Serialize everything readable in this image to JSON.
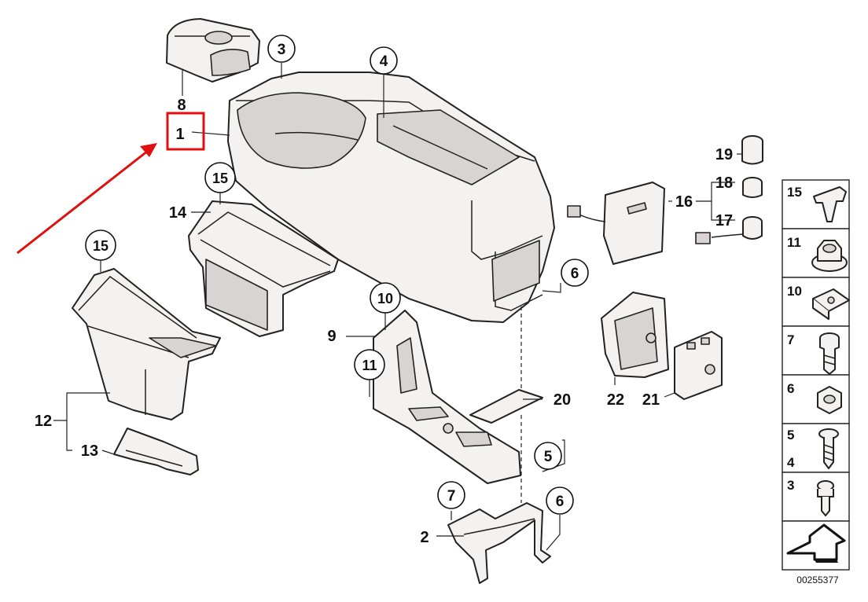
{
  "diagram": {
    "title": "",
    "part_callouts": [
      {
        "id": "c1",
        "label": "1",
        "highlighted": true
      },
      {
        "id": "c2",
        "label": "2"
      },
      {
        "id": "c3",
        "label": "3",
        "circled": true
      },
      {
        "id": "c4",
        "label": "4",
        "circled": true
      },
      {
        "id": "c5",
        "label": "5",
        "circled": true
      },
      {
        "id": "c6a",
        "label": "6",
        "circled": true
      },
      {
        "id": "c6b",
        "label": "6",
        "circled": true
      },
      {
        "id": "c7",
        "label": "7",
        "circled": true
      },
      {
        "id": "c8",
        "label": "8"
      },
      {
        "id": "c9",
        "label": "9"
      },
      {
        "id": "c10",
        "label": "10",
        "circled": true
      },
      {
        "id": "c11",
        "label": "11",
        "circled": true
      },
      {
        "id": "c12",
        "label": "12"
      },
      {
        "id": "c13",
        "label": "13"
      },
      {
        "id": "c14",
        "label": "14"
      },
      {
        "id": "c15a",
        "label": "15",
        "circled": true
      },
      {
        "id": "c15b",
        "label": "15",
        "circled": true
      },
      {
        "id": "c16",
        "label": "16"
      },
      {
        "id": "c17",
        "label": "17"
      },
      {
        "id": "c18",
        "label": "18"
      },
      {
        "id": "c19",
        "label": "19"
      },
      {
        "id": "c20",
        "label": "20"
      },
      {
        "id": "c21",
        "label": "21"
      },
      {
        "id": "c22",
        "label": "22"
      }
    ],
    "legend": {
      "items": [
        {
          "label": "15",
          "icon": "clip-icon"
        },
        {
          "label": "11",
          "icon": "collar-nut-icon"
        },
        {
          "label": "10",
          "icon": "clip-nut-icon"
        },
        {
          "label": "7",
          "icon": "screw-icon"
        },
        {
          "label": "6",
          "icon": "hex-nut-icon"
        },
        {
          "label": "5",
          "icon": "washer-screw-icon",
          "sub_label": "4"
        },
        {
          "label": "3",
          "icon": "expanding-rivet-icon"
        }
      ],
      "direction_icon": "forward-arrow-icon"
    },
    "diagram_number": "00255377",
    "colors": {
      "highlight": "#e01010",
      "line": "#222222",
      "part_fill": "#f4f1f1"
    }
  }
}
